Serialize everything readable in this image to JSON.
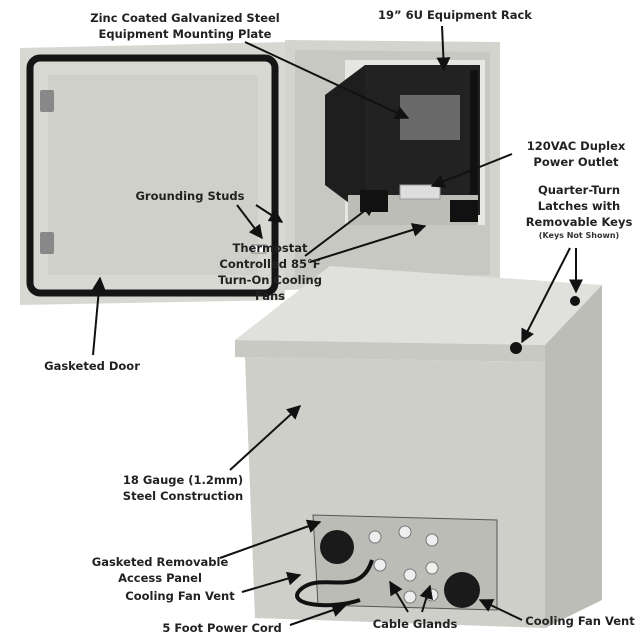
{
  "callouts": {
    "mounting_plate": {
      "line1": "Zinc Coated Galvanized Steel",
      "line2": "Equipment Mounting Plate"
    },
    "rack": {
      "line1": "19” 6U Equipment Rack"
    },
    "power_outlet": {
      "line1": "120VAC Duplex",
      "line2": "Power Outlet"
    },
    "latches": {
      "line1": "Quarter-Turn",
      "line2": "Latches with",
      "line3": "Removable Keys",
      "note": "(Keys Not Shown)"
    },
    "grounding": {
      "line1": "Grounding Studs"
    },
    "fans": {
      "line1": "Thermostat",
      "line2": "Controlled 85°F",
      "line3": "Turn-On Cooling",
      "line4": "Fans"
    },
    "door": {
      "line1": "Gasketed Door"
    },
    "steel": {
      "line1": "18 Gauge (1.2mm)",
      "line2": "Steel Construction"
    },
    "access_panel": {
      "line1": "Gasketed Removable",
      "line2": "Access Panel"
    },
    "fan_vent_left": {
      "line1": "Cooling Fan Vent"
    },
    "power_cord": {
      "line1": "5 Foot Power Cord"
    },
    "cable_glands": {
      "line1": "Cable Glands"
    },
    "fan_vent_right": {
      "line1": "Cooling Fan Vent"
    }
  },
  "colors": {
    "enclosure": "#d6d6d2",
    "gasket": "#1a1a1a",
    "interior": "#2a2a2a",
    "arrow": "#111111"
  }
}
